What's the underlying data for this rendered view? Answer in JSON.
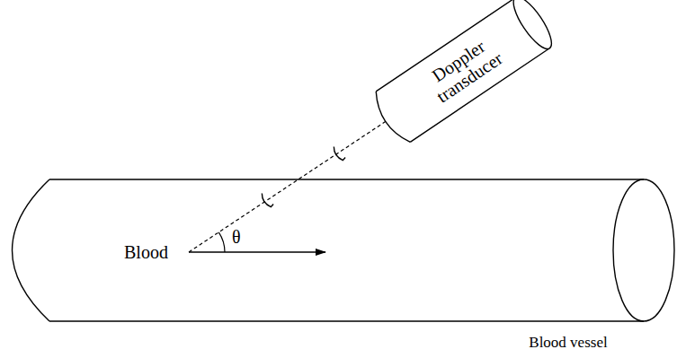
{
  "diagram": {
    "nodes": [
      {
        "text": [
          "Doppler transducer"
        ]
      },
      {
        "text": [
          "Blood vessel"
        ]
      }
    ],
    "labels": [
      "Blood",
      "θ"
    ]
  }
}
